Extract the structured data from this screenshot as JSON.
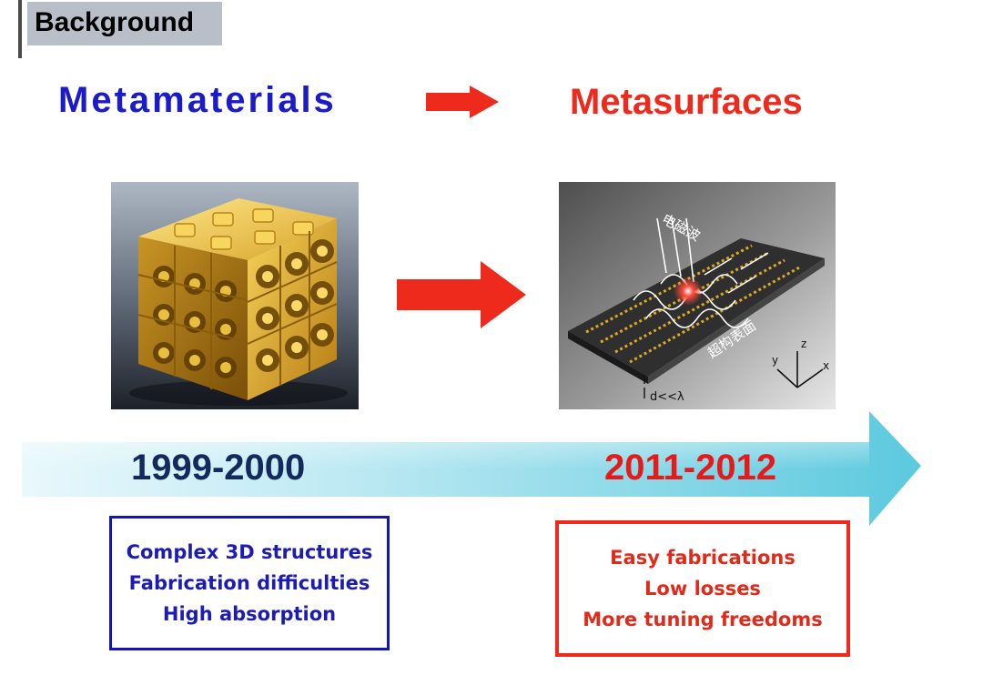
{
  "header": {
    "tag": "Background"
  },
  "titles": {
    "left": "Metamaterials",
    "right": "Metasurfaces"
  },
  "colors": {
    "blue": "#1b1bc9",
    "red": "#ee2a1c",
    "navy": "#14295e",
    "cyan": "#7fd8ea"
  },
  "metasurface_image": {
    "label_wave": "电磁波",
    "label_surface": "超构表面",
    "label_thickness": "d<<λ",
    "axis_x": "x",
    "axis_y": "y",
    "axis_z": "z"
  },
  "timeline": {
    "left_year": "1999-2000",
    "right_year": "2011-2012"
  },
  "left_box": {
    "lines": [
      "Complex 3D structures",
      "Fabrication difficulties",
      "High absorption"
    ]
  },
  "right_box": {
    "lines": [
      "Easy fabrications",
      "Low losses",
      "More tuning freedoms"
    ]
  }
}
